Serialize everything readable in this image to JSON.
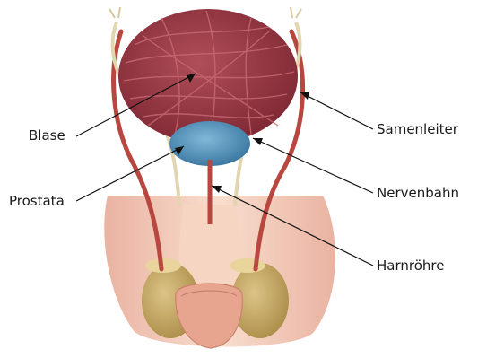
{
  "labels": {
    "blase": "Blase",
    "prostata": "Prostata",
    "samenleiter": "Samenleiter",
    "nervenbahn": "Nervenbahn",
    "harnroehre": "Harnröhre"
  },
  "colors": {
    "bladder": "#9b3b46",
    "bladder_stripe": "#c86a74",
    "prostata": "#4f8fb8",
    "vessel": "#b8473f",
    "nerve": "#e2d6b0",
    "skin": "#f2c7b1",
    "testis": "#c9ac62"
  }
}
